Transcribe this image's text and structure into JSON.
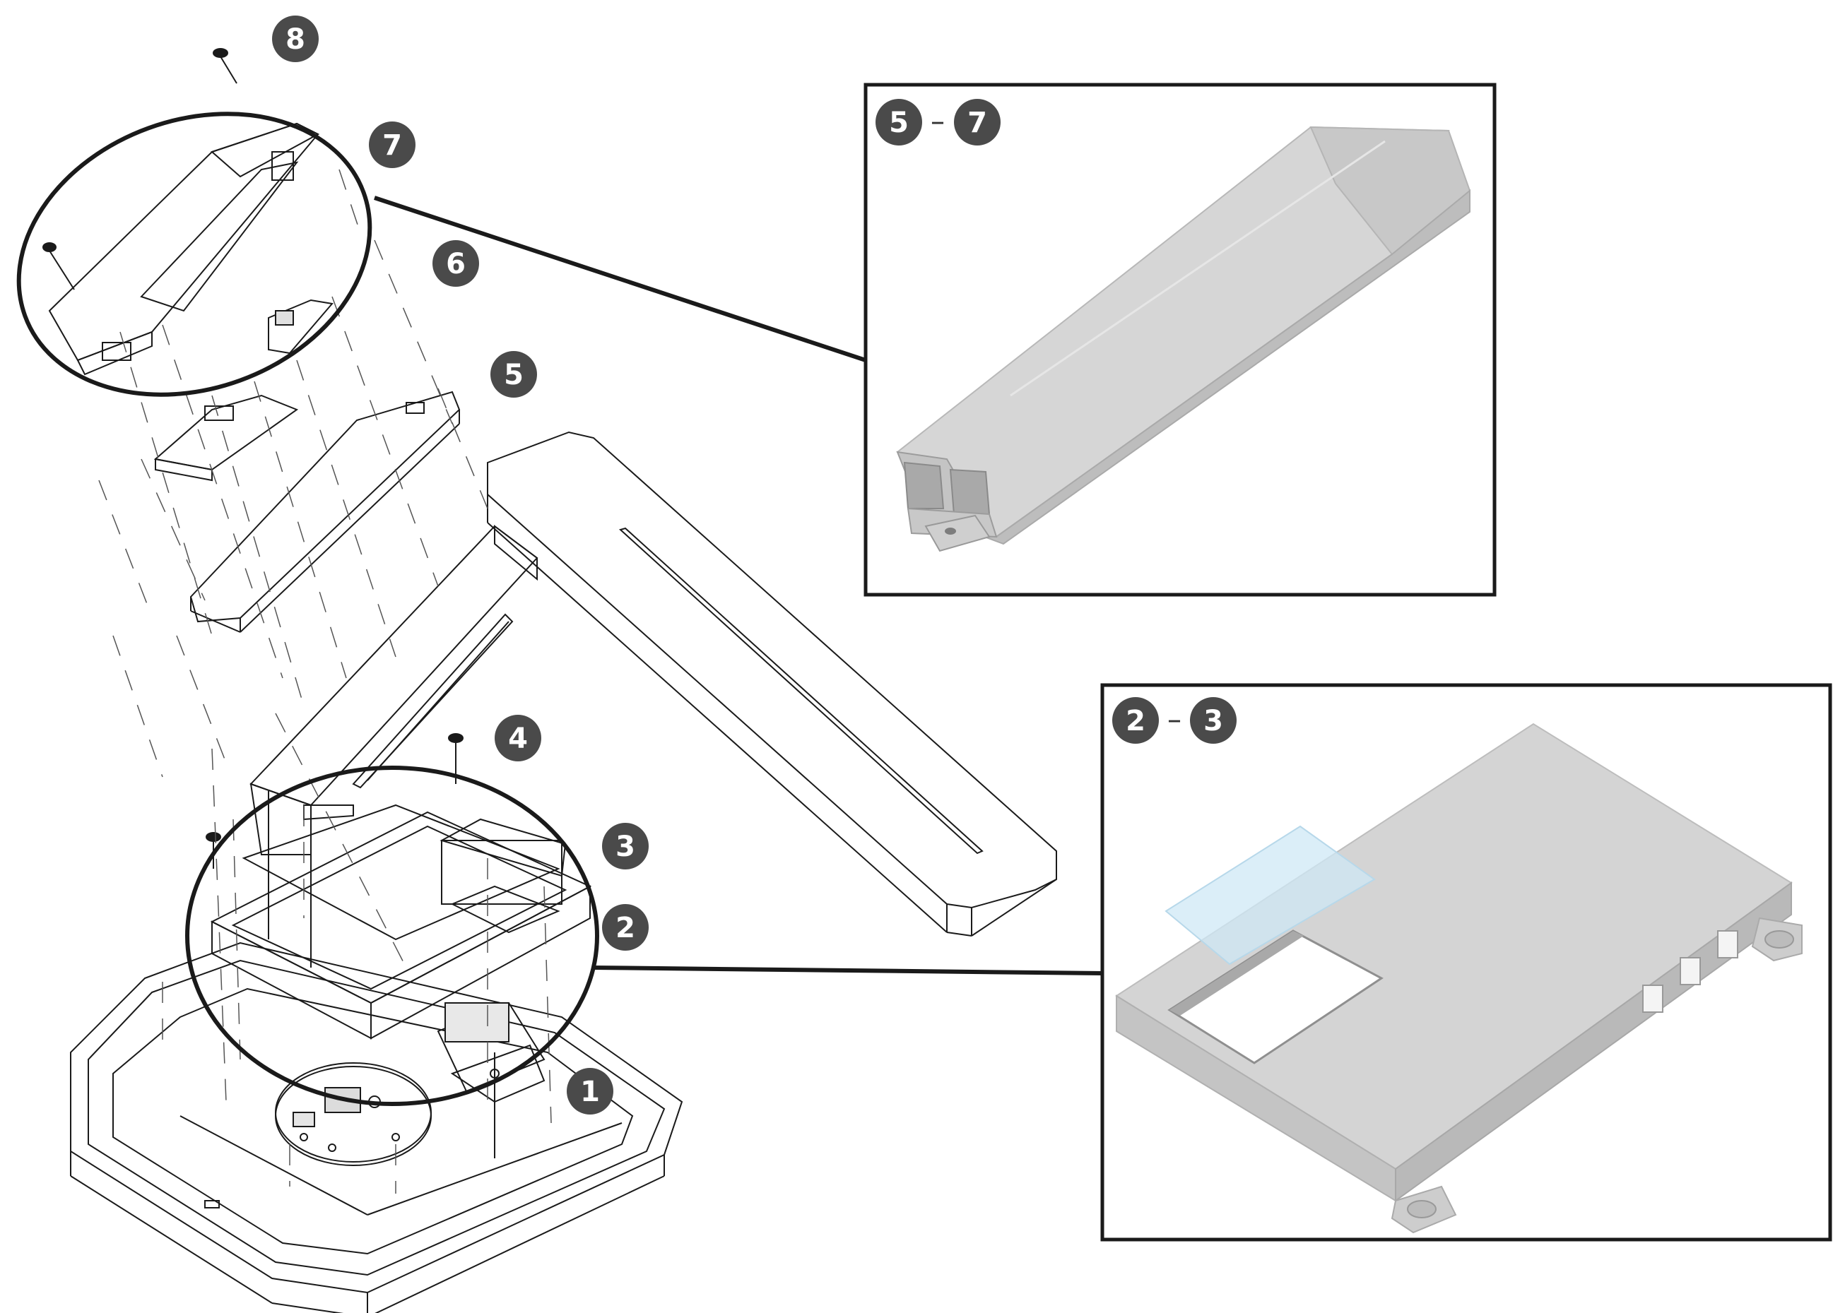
{
  "callouts": [
    {
      "id": "1",
      "label": "1"
    },
    {
      "id": "2",
      "label": "2"
    },
    {
      "id": "3",
      "label": "3"
    },
    {
      "id": "4",
      "label": "4"
    },
    {
      "id": "5",
      "label": "5"
    },
    {
      "id": "6",
      "label": "6"
    },
    {
      "id": "7",
      "label": "7"
    },
    {
      "id": "8",
      "label": "8"
    }
  ],
  "detail_top": {
    "from": "5",
    "separator": "–",
    "to": "7"
  },
  "detail_bottom": {
    "from": "2",
    "separator": "–",
    "to": "3"
  },
  "colors": {
    "badge": "#4a4a4a",
    "line": "#1a1a1a",
    "part_fill": "#d4d4d4",
    "part_shade": "#bdbdbd",
    "glass": "#cfe8f5"
  }
}
